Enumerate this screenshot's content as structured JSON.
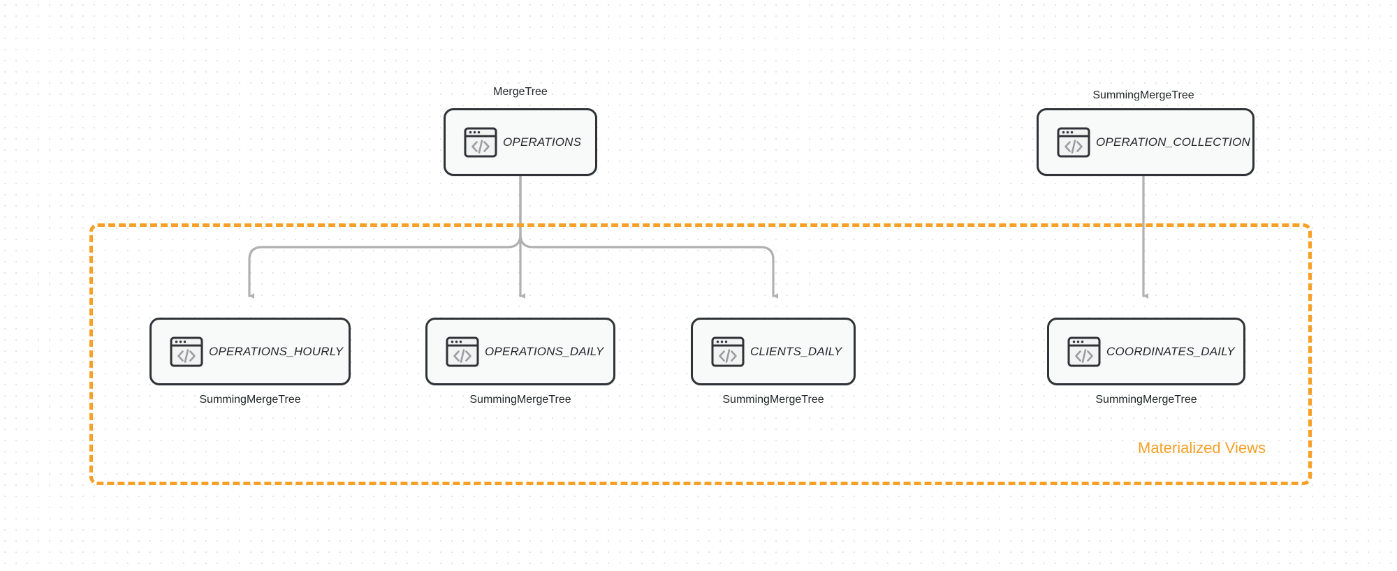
{
  "diagram": {
    "background": "#ffffff",
    "dot_grid_color": "#e7e3e3",
    "edge_color": "#b0b0b0",
    "node_border_color": "#2f3337",
    "node_fill_color": "#f8f9f9",
    "accent_color": "#f7a028"
  },
  "group": {
    "label": "Materialized Views",
    "style": "dashed",
    "color": "#f7a028"
  },
  "nodes": [
    {
      "id": "operations",
      "name": "OPERATIONS",
      "engine": "MergeTree",
      "engine_position": "above",
      "icon": "code-window-icon"
    },
    {
      "id": "operation_collection",
      "name": "OPERATION_COLLECTION",
      "engine": "SummingMergeTree",
      "engine_position": "above",
      "icon": "code-window-icon"
    },
    {
      "id": "operations_hourly",
      "name": "OPERATIONS_HOURLY",
      "engine": "SummingMergeTree",
      "engine_position": "below",
      "icon": "code-window-icon"
    },
    {
      "id": "operations_daily",
      "name": "OPERATIONS_DAILY",
      "engine": "SummingMergeTree",
      "engine_position": "below",
      "icon": "code-window-icon"
    },
    {
      "id": "clients_daily",
      "name": "CLIENTS_DAILY",
      "engine": "SummingMergeTree",
      "engine_position": "below",
      "icon": "code-window-icon"
    },
    {
      "id": "coordinates_daily",
      "name": "COORDINATES_DAILY",
      "engine": "SummingMergeTree",
      "engine_position": "below",
      "icon": "code-window-icon"
    }
  ],
  "edges": [
    {
      "from": "operations",
      "to": "operations_hourly",
      "arrow": "end"
    },
    {
      "from": "operations",
      "to": "operations_daily",
      "arrow": "end"
    },
    {
      "from": "operations",
      "to": "clients_daily",
      "arrow": "end"
    },
    {
      "from": "operation_collection",
      "to": "coordinates_daily",
      "arrow": "end"
    }
  ]
}
